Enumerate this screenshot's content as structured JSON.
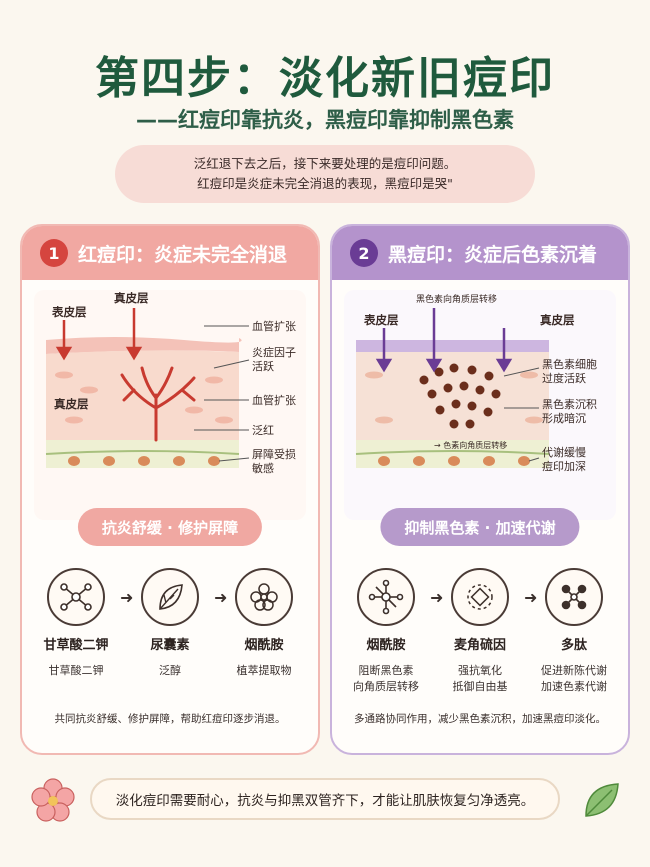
{
  "title": "第四步：淡化新旧痘印",
  "subtitle": "——红痘印靠抗炎，黑痘印靠抑制黑色素",
  "intro": {
    "line1": "泛红退下去之后，接下来要处理的是痘印问题。",
    "line2": "红痘印是炎症未完全消退的表现，黑痘印是哭\""
  },
  "left": {
    "number": "1",
    "heading": "红痘印：炎症未完全消退",
    "diagram_labels": {
      "epidermis": "表皮层",
      "dermis_top": "真皮层",
      "dermis_side": "真皮层",
      "vessel_dilate_1": "血管扩张",
      "inflammation_1": "炎症因子",
      "inflammation_2": "活跃",
      "vessel_dilate_2": "血管扩张",
      "redness": "泛红",
      "barrier_1": "屏障受损",
      "barrier_2": "敏感"
    },
    "pill": "抗炎舒缓 · 修护屏障",
    "ingredients": [
      {
        "name": "甘草酸二钾",
        "desc1": "甘草酸二钾",
        "desc2": "",
        "icon": "molecule-icon"
      },
      {
        "name": "尿囊素",
        "desc1": "泛醇",
        "desc2": "",
        "icon": "leaf-icon"
      },
      {
        "name": "烟酰胺",
        "desc1": "植萃提取物",
        "desc2": "",
        "icon": "flower-icon"
      }
    ],
    "footer": "共同抗炎舒缓、修护屏障，帮助红痘印逐步消退。"
  },
  "right": {
    "number": "2",
    "heading": "黑痘印：炎症后色素沉着",
    "diagram_labels": {
      "melanin_transfer": "黑色素向角质层转移",
      "epidermis": "表皮层",
      "dermis": "真皮层",
      "melanocyte_1": "黑色素细胞",
      "melanocyte_2": "过度活跃",
      "deposit_1": "黑色素沉积",
      "deposit_2": "形成暗沉",
      "keratin_move": "→ 色素向角质层转移",
      "metabolism_1": "代谢缓慢",
      "metabolism_2": "痘印加深"
    },
    "pill": "抑制黑色素 · 加速代谢",
    "ingredients": [
      {
        "name": "烟酰胺",
        "desc1": "阻断黑色素",
        "desc2": "向角质层转移",
        "icon": "molecule-icon"
      },
      {
        "name": "麦角硫因",
        "desc1": "强抗氧化",
        "desc2": "抵御自由基",
        "icon": "shield-icon"
      },
      {
        "name": "多肽",
        "desc1": "促进新陈代谢",
        "desc2": "加速色素代谢",
        "icon": "peptide-icon"
      }
    ],
    "footer": "多通路协同作用，减少黑色素沉积，加速黑痘印淡化。"
  },
  "bottom": "淡化痘印需要耐心，抗炎与抑黑双管齐下，才能让肌肤恢复匀净透亮。",
  "colors": {
    "title": "#1f5a3d",
    "red_panel": "#f1a8a2",
    "purple_panel": "#b493cc"
  }
}
